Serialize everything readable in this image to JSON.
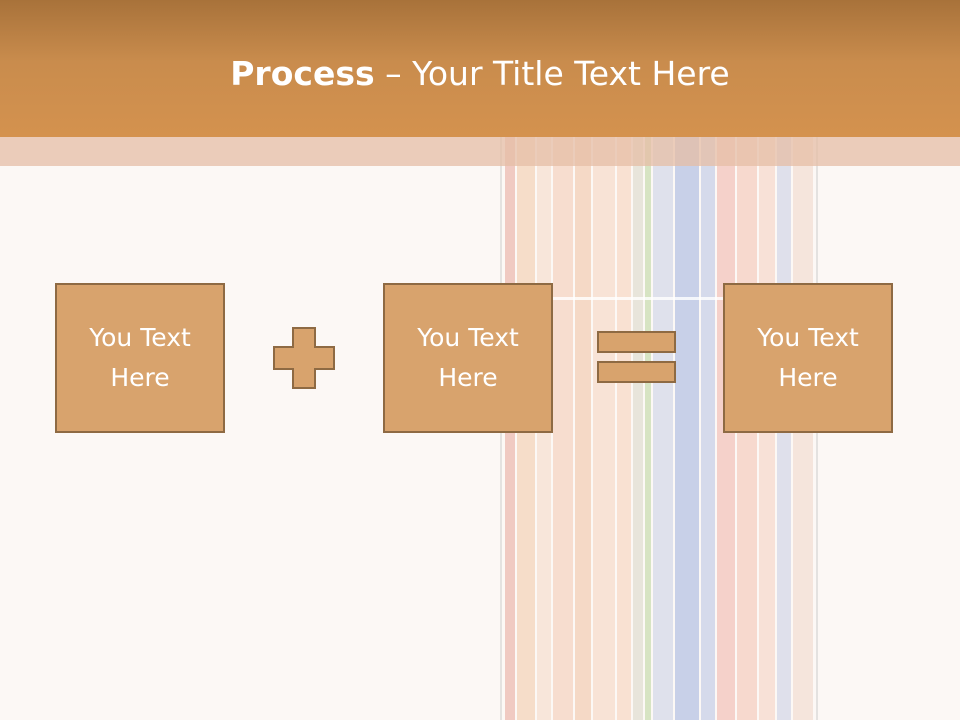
{
  "slide": {
    "title_bold": "Process",
    "title_rest": " – Your Title Text Here"
  },
  "process": {
    "boxes": [
      {
        "text": "You Text Here"
      },
      {
        "text": "You Text Here"
      },
      {
        "text": "You Text Here"
      }
    ],
    "operators": [
      "plus-icon",
      "equals-icon"
    ]
  },
  "colors": {
    "header": "#c98c4d",
    "box_fill": "#d8a36d",
    "box_border": "#8e6a43",
    "background": "#fcf8f5"
  }
}
